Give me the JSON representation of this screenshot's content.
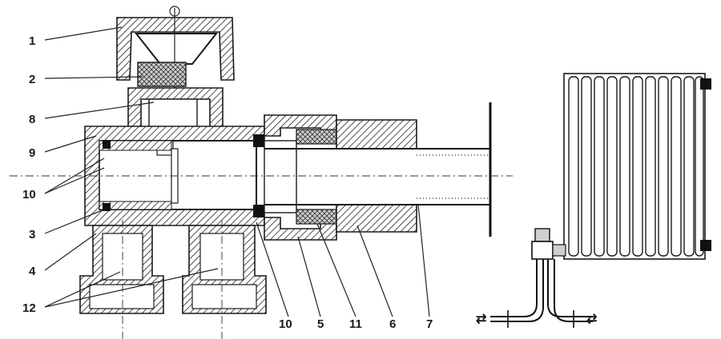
{
  "callouts": {
    "left": [
      "1",
      "2",
      "8",
      "9",
      "10",
      "3",
      "4",
      "12"
    ],
    "bottom": [
      "10",
      "5",
      "11",
      "6",
      "7"
    ]
  },
  "flow_arrows": {
    "left": "⇄",
    "right": "⇄"
  }
}
